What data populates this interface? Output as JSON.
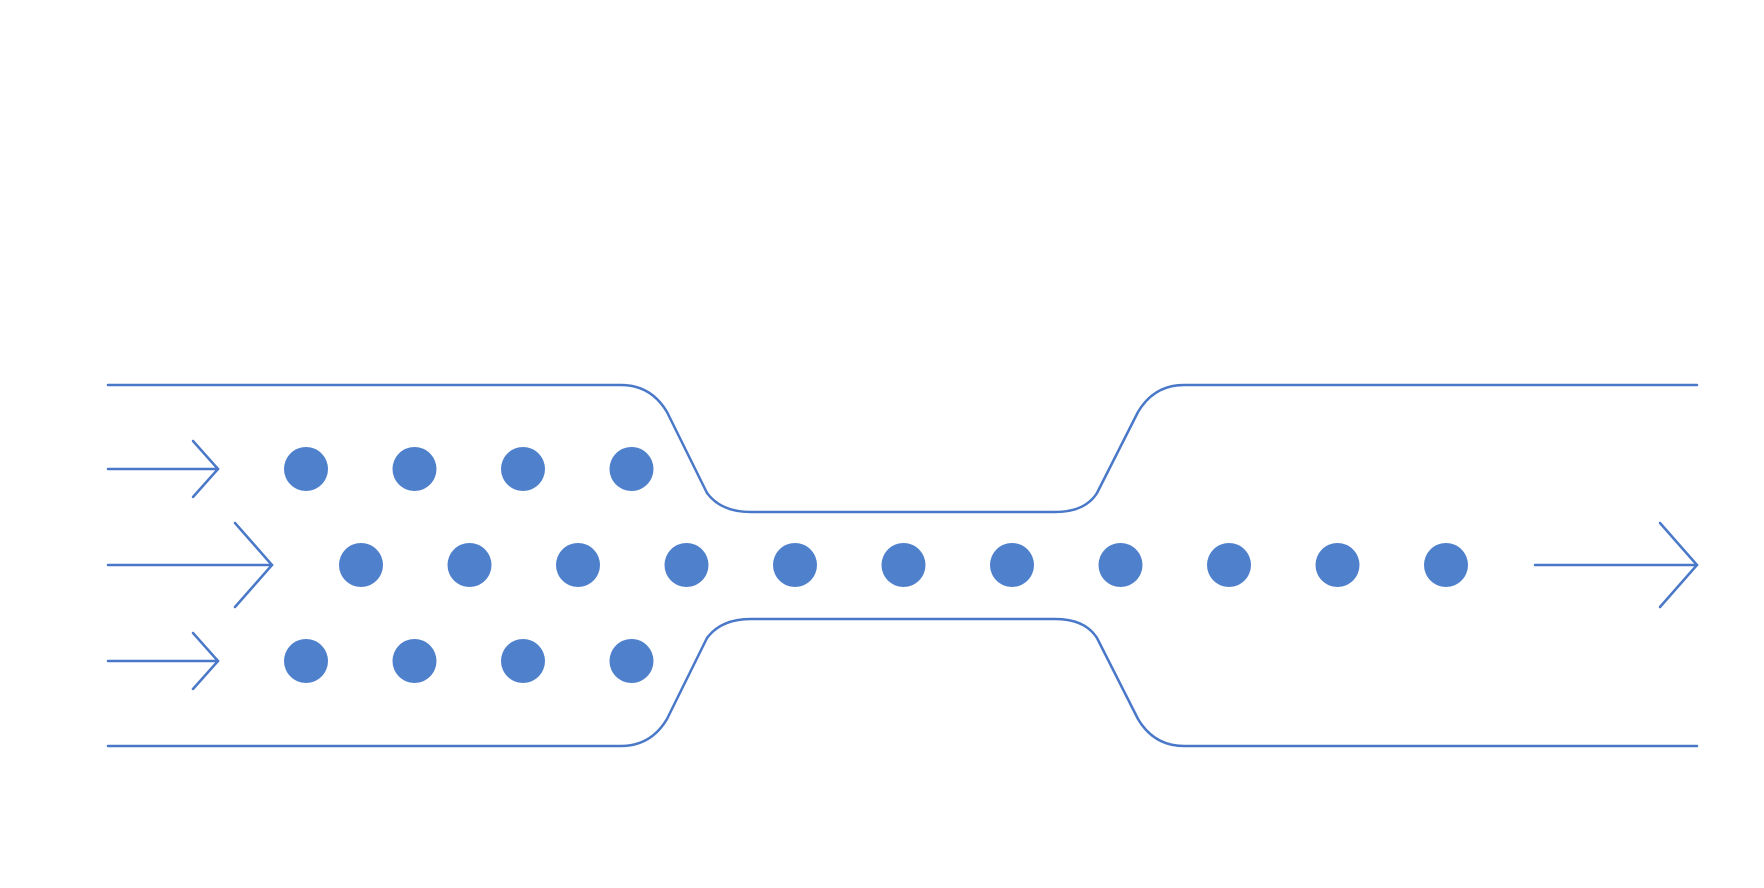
{
  "colors": {
    "line": "#4a78c8",
    "particle": "#4e80cc",
    "background": "#ffffff"
  },
  "diagram": {
    "title": "",
    "channel": {
      "shape": "constriction",
      "description_visible": false
    },
    "flow_direction": "left-to-right",
    "inlet_arrows": 3,
    "outlet_arrows": 1,
    "particles": {
      "top_row_count": 4,
      "middle_row_count": 11,
      "bottom_row_count": 4
    }
  }
}
